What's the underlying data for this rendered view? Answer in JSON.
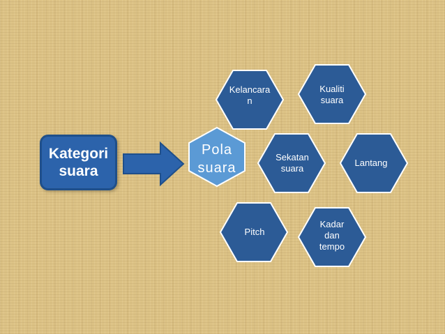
{
  "category": {
    "label": "Kategori\nsuara"
  },
  "center": {
    "label": "Pola\nsuara"
  },
  "hexagons": [
    {
      "label": "Kelancara\nn"
    },
    {
      "label": "Kualiti\nsuara"
    },
    {
      "label": "Sekatan\nsuara"
    },
    {
      "label": "Lantang"
    },
    {
      "label": "Pitch"
    },
    {
      "label": "Kadar\ndan\ntempo"
    }
  ],
  "colors": {
    "hex_fill": "#2c5b96",
    "hex_stroke": "#ffffff",
    "center_fill": "#5b9ad5",
    "arrow_fill": "#2c63ab",
    "box_fill": "#2c63ab"
  }
}
